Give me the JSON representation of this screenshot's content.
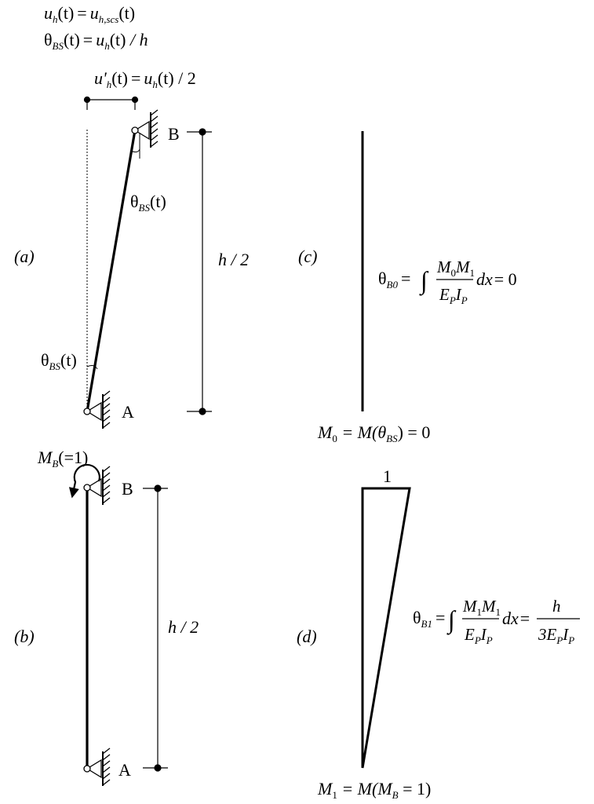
{
  "header": {
    "eq1": {
      "a": "u",
      "a_sub": "h",
      "b": "(t)",
      "c": "=",
      "d": "u",
      "d_sub": "h,scs",
      "e": "(t)"
    },
    "eq2": {
      "a": "θ",
      "a_sub": "BS",
      "b": "(t)",
      "c": "=",
      "d": "u",
      "d_sub": "h",
      "e": "(t)",
      "f": " / h"
    },
    "eq3": {
      "a": "u'",
      "a_sub": "h",
      "b": "(t)",
      "c": "=",
      "d": "u",
      "d_sub": "h",
      "e": "(t)",
      "f": " / 2"
    }
  },
  "panel_a": {
    "label": "(a)",
    "node_top": "B",
    "node_bottom": "A",
    "height_label": "h / 2",
    "theta_top": {
      "a": "θ",
      "sub": "BS",
      "b": "(t)"
    },
    "theta_bottom": {
      "a": "θ",
      "sub": "BS",
      "b": "(t)"
    }
  },
  "panel_b": {
    "label": "(b)",
    "node_top": "B",
    "node_bottom": "A",
    "height_label": "h / 2",
    "moment": {
      "a": "M",
      "sub": "B",
      "b": "(=1)"
    }
  },
  "panel_c": {
    "label": "(c)",
    "eq_lhs": "θ",
    "eq_lhs_sub": "B0",
    "eq_eq": "=",
    "integral": "∫",
    "num": {
      "a": "M",
      "a_sub": "0",
      "b": "M",
      "b_sub": "1"
    },
    "den": {
      "a": "E",
      "a_sub": "P",
      "b": "I",
      "b_sub": "P"
    },
    "dx": "dx",
    "result": "= 0",
    "caption": {
      "a": "M",
      "a_sub": "0",
      "b": " = M(θ",
      "b_sub": "BS",
      "c": ") = 0"
    }
  },
  "panel_d": {
    "label": "(d)",
    "top_value": "1",
    "eq_lhs": "θ",
    "eq_lhs_sub": "B1",
    "eq_eq": "=",
    "integral": "∫",
    "num": {
      "a": "M",
      "a_sub": "1",
      "b": "M",
      "b_sub": "1"
    },
    "den": {
      "a": "E",
      "a_sub": "P",
      "b": "I",
      "b_sub": "P"
    },
    "dx": "dx",
    "eq2": "=",
    "num2": "h",
    "den2": {
      "a": "3E",
      "a_sub": "P",
      "b": "I",
      "b_sub": "P"
    },
    "caption": {
      "a": "M",
      "a_sub": "1",
      "b": " = M(M",
      "b_sub": "B",
      "c": " = 1)"
    }
  }
}
